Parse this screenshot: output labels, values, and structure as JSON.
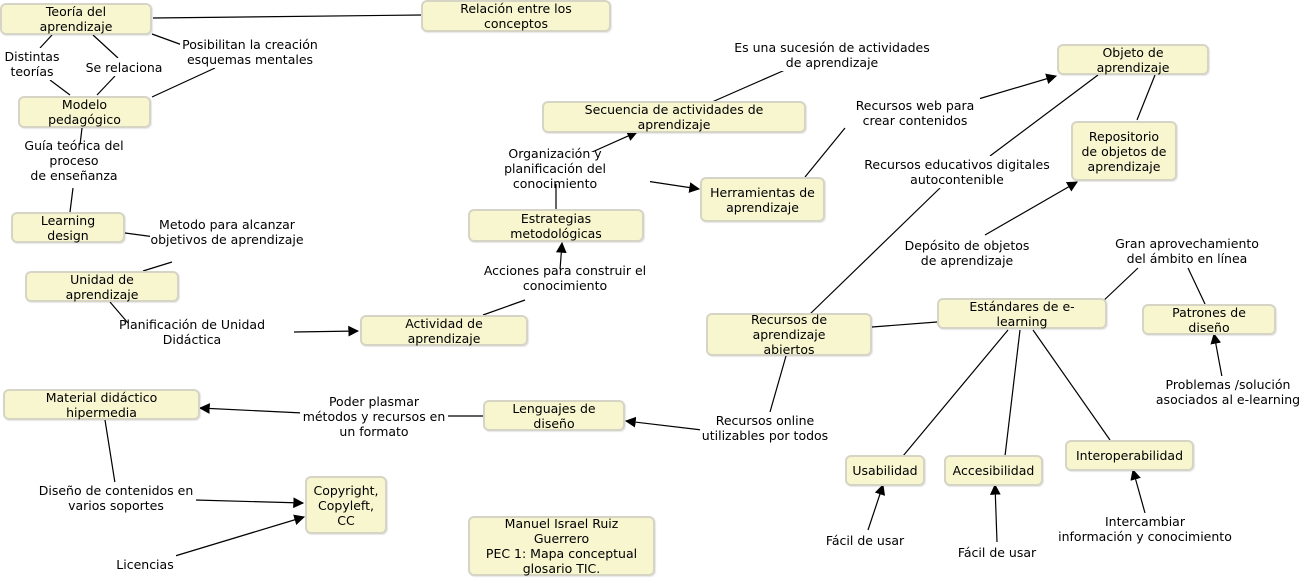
{
  "nodes": {
    "teoria": "Teoría del aprendizaje",
    "relacion": "Relación entre los conceptos",
    "modelo": "Modelo pedagógico",
    "learning_design": "Learning design",
    "unidad": "Unidad de aprendizaje",
    "actividad": "Actividad de aprendizaje",
    "estrategias": "Estrategias metodológicas",
    "secuencia": "Secuencia de actividades de aprendizaje",
    "herramientas": "Herramientas de\naprendizaje",
    "objeto": "Objeto de aprendizaje",
    "repositorio": "Repositorio\nde objetos de\naprendizaje",
    "recursos_abiertos": "Recursos de aprendizaje\nabiertos",
    "estandares": "Estándares de e-learning",
    "patrones": "Patrones de diseño",
    "material": "Material didáctico hipermedia",
    "lenguajes": "Lenguajes de diseño",
    "copyright": "Copyright,\nCopyleft,\nCC",
    "usabilidad": "Usabilidad",
    "accesibilidad": "Accesibilidad",
    "interoperabilidad": "Interoperabilidad",
    "autor": "Manuel Israel Ruiz Guerrero\nPEC 1: Mapa conceptual\nglosario TIC."
  },
  "labels": {
    "distintas": "Distintas\nteorías",
    "se_relaciona": "Se relaciona",
    "posibilitan": "Posibilitan la creación\nesquemas mentales",
    "guia": "Guía teórica del proceso\nde enseñanza",
    "metodo": "Metodo para alcanzar\nobjetivos de aprendizaje",
    "planificacion_ud": "Planificación de Unidad Didáctica",
    "acciones": "Acciones para construir el conocimiento",
    "organizacion": "Organización y\nplanificación del conocimiento",
    "sucesion": "Es una sucesión de actividades\nde aprendizaje",
    "recursos_web": "Recursos web para\ncrear contenidos",
    "recursos_digitales": "Recursos educativos digitales\nautocontenible",
    "deposito": "Depósito de objetos\nde aprendizaje",
    "gran": "Gran aprovechamiento\ndel ámbito en línea",
    "problemas": "Problemas /solución\nasociados al e-learning",
    "recursos_online": "Recursos online\nutilizables por todos",
    "poder": "Poder plasmar\nmétodos y recursos en\nun formato",
    "diseno": "Diseño de contenidos en\nvarios soportes",
    "licencias": "Licencias",
    "facil1": "Fácil de usar",
    "facil2": "Fácil de usar",
    "intercambiar": "Intercambiar\ninformación y conocimiento"
  }
}
